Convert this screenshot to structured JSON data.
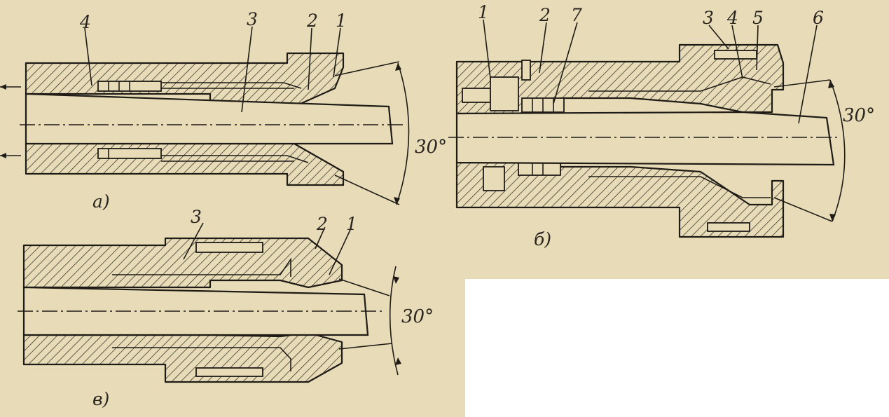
{
  "figure": {
    "a": {
      "caption": "а)",
      "numbers": [
        "4",
        "3",
        "2",
        "1"
      ],
      "angle": "30°"
    },
    "b": {
      "caption": "б)",
      "numbers": [
        "1",
        "2",
        "7",
        "3",
        "4",
        "5",
        "6"
      ],
      "angle": "30°"
    },
    "v": {
      "caption": "в)",
      "numbers": [
        "3",
        "2",
        "1"
      ],
      "angle": "30°"
    }
  },
  "colors": {
    "paper": "#e7dcb7",
    "ink": "#1f1b17",
    "blank_area": "#ffffff"
  }
}
